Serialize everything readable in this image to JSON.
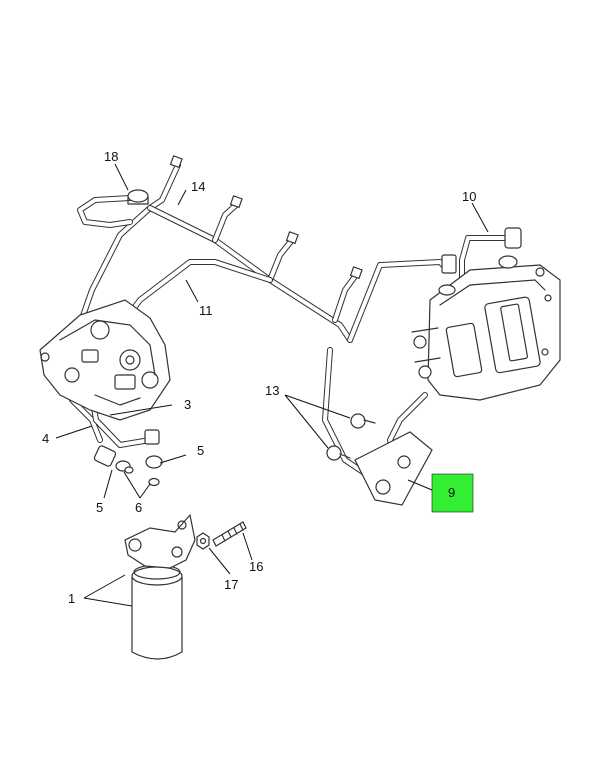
{
  "diagram": {
    "callouts": {
      "c1": "1",
      "c3": "3",
      "c4": "4",
      "c5a": "5",
      "c5b": "5",
      "c6": "6",
      "c9": "9",
      "c10": "10",
      "c11": "11",
      "c13": "13",
      "c14": "14",
      "c16": "16",
      "c17": "17",
      "c18": "18"
    },
    "highlight_color": "#33ee33"
  }
}
